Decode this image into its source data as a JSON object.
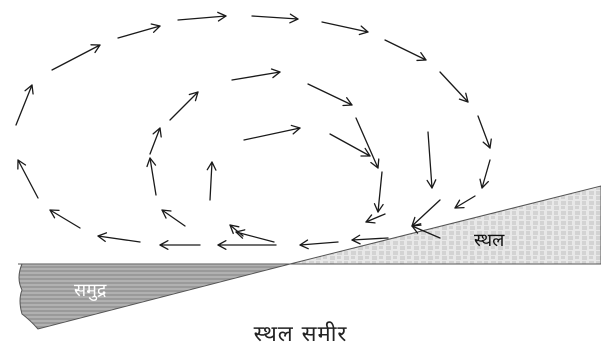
{
  "labels": {
    "sea": "समुद्र",
    "land": "स्थल"
  },
  "caption": "स्थल समीर",
  "colors": {
    "sea_fill": "#9a9a9a",
    "sea_stripe": "#c8c8c8",
    "land_fill": "#e6e6e6",
    "land_pattern": "#b0b0b0",
    "arrow": "#1a1a1a",
    "outline": "#555555"
  },
  "icons": {
    "arrow": "circulation-arrow-icon"
  }
}
